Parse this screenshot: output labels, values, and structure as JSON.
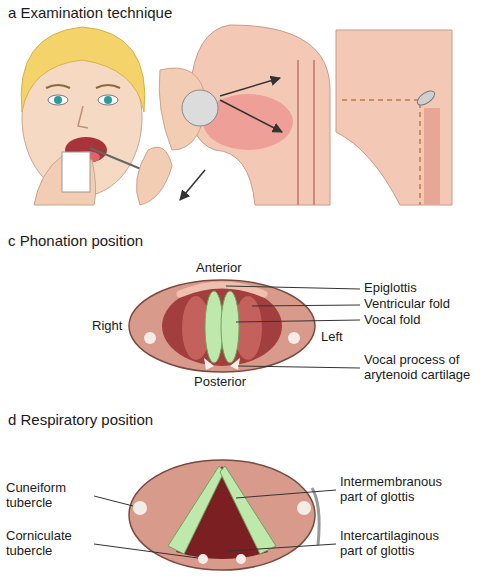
{
  "diagram": {
    "labels": [
      "a Examination technique",
      "c Phonation position",
      "Anterior",
      "Epiglottis",
      "Ventricular fold",
      "Vocal fold",
      "Right",
      "Left",
      "Vocal process of arytenoid cartilage",
      "Posterior",
      "d Respiratory position",
      "Cuneiform tubercle",
      "Corniculate tubercle",
      "Intermembranous part of glottis",
      "Intercartilaginous part of glottis"
    ]
  }
}
